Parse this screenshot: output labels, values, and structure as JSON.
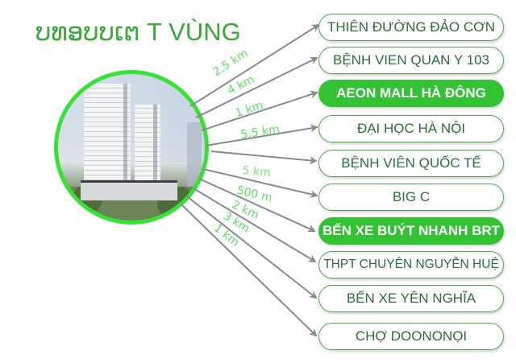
{
  "title": "ບທອບບເຕ T VÙNG",
  "title_intended": "LIÊN KẾT VÙNG",
  "colors": {
    "accent_green": "#33c233",
    "text_green": "#2a6e3a",
    "line_gray": "#8a8a8a",
    "distance_green": "#5de05d",
    "ring_green": "#35e235"
  },
  "center_image": {
    "icon": "building-photo"
  },
  "destinations": [
    {
      "label": "THIÊN ĐƯỜNG ĐẢO CƠN",
      "distance": "2,5 km",
      "highlighted": false
    },
    {
      "label": "BỆNH VIEN QUAN Y 103",
      "distance": "4 km",
      "highlighted": false
    },
    {
      "label": "AEON MALL HÀ ĐÔNG",
      "distance": "1 km",
      "highlighted": true
    },
    {
      "label": "ĐẠI HỌC HÀ NỘI",
      "distance": "5,5 km",
      "highlighted": false
    },
    {
      "label": "BỆNH VIÊN QUỐC TẾ",
      "distance": "5 km",
      "highlighted": false
    },
    {
      "label": "BIG C",
      "distance": "500 m",
      "highlighted": false
    },
    {
      "label": "BẾN XE BUÝT NHANH BRT",
      "distance": "2 km",
      "highlighted": true
    },
    {
      "label": "THPT CHUYÊN NGUYỄN HUỆ",
      "distance": "3 km",
      "highlighted": false
    },
    {
      "label": "BẾN XE YÊN NGHĨA",
      "distance": "1 km",
      "highlighted": false
    },
    {
      "label": "CHỢ DOONONỌI",
      "distance": "",
      "highlighted": false
    }
  ]
}
